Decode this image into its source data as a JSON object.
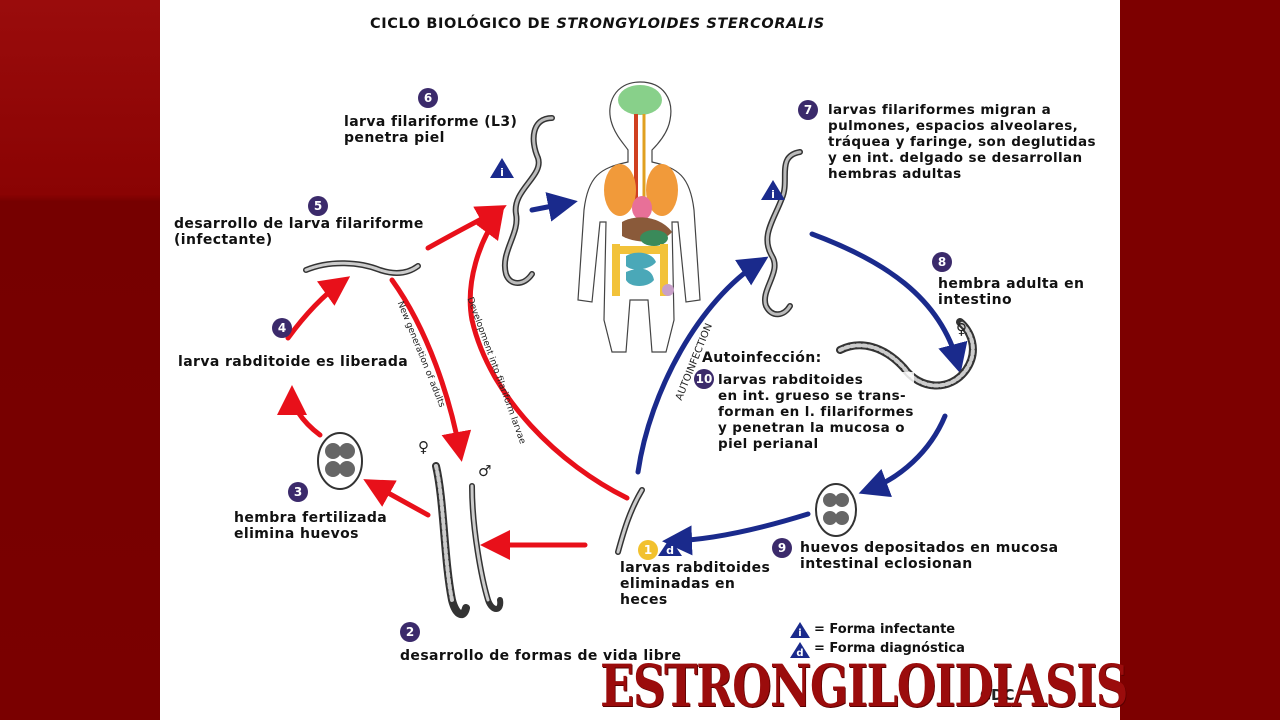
{
  "title_prefix": "CICLO BIOLÓGICO DE ",
  "title_species": "STRONGYLOIDES STERCORALIS",
  "steps": {
    "s1": {
      "num": "1",
      "text": "larvas rabditoides\neliminadas en\nheces"
    },
    "s2": {
      "num": "2",
      "text": "desarrollo de formas de vida libre"
    },
    "s3": {
      "num": "3",
      "text": "hembra fertilizada\nelimina huevos"
    },
    "s4": {
      "num": "4",
      "text": "larva rabditoide es liberada"
    },
    "s5": {
      "num": "5",
      "text": "desarrollo de larva filariforme\n(infectante)"
    },
    "s6": {
      "num": "6",
      "text": "larva filariforme (L3)\npenetra piel"
    },
    "s7": {
      "num": "7",
      "text": "larvas filariformes migran a\npulmones, espacios alveolares,\ntráquea y faringe, son deglutidas\ny en int. delgado se desarrollan\nhembras adultas"
    },
    "s8": {
      "num": "8",
      "text": "hembra adulta en\nintestino"
    },
    "s9": {
      "num": "9",
      "text": "huevos depositados en mucosa\nintestinal eclosionan"
    },
    "s10": {
      "num": "10",
      "heading": "Autoinfección:",
      "text": "larvas rabditoides\nen int. grueso se trans-\nforman en l. filariformes\ny penetran la mucosa o\npiel perianal"
    }
  },
  "arrow_labels": {
    "new_generation": "New generation of adults",
    "development": "Development into filariform larvae",
    "autoinfection": "AUTOINFECTION"
  },
  "badges": {
    "infective": "i",
    "diagnostic": "d"
  },
  "legend": {
    "infective": "= Forma infectante",
    "diagnostic": "= Forma diagnóstica"
  },
  "sex_female": "♀",
  "sex_male": "♂",
  "source": "CDC",
  "banner": "ESTRONGILOIDIASIS",
  "colors": {
    "background": "#8b0000",
    "slide": "#ffffff",
    "red_arrow": "#e8101a",
    "blue_arrow": "#1a2a8c",
    "step_circle": "#3b2a6b",
    "diagnostic_circle": "#f2c12e",
    "banner_text": "#9b0c0c"
  }
}
